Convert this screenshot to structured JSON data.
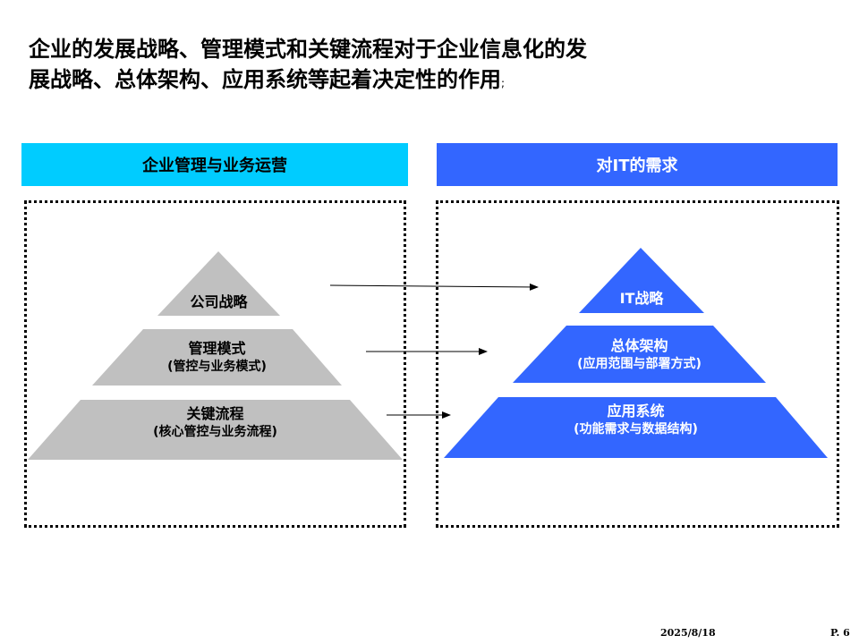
{
  "title": {
    "line1": "企业的发展战略、管理模式和关键流程对于企业信息化的发",
    "line2": "展战略、总体架构、应用系统等起着决定性的作用",
    "trailing": ";"
  },
  "left": {
    "header": "企业管理与业务运营",
    "header_color": "#00ccff",
    "shape_color": "#c0c0c0",
    "levels": [
      {
        "label": "公司战略",
        "sub": ""
      },
      {
        "label": "管理模式",
        "sub": "(管控与业务模式)"
      },
      {
        "label": "关键流程",
        "sub": "(核心管控与业务流程)"
      }
    ]
  },
  "right": {
    "header": "对IT的需求",
    "header_color": "#3366ff",
    "shape_color": "#3366ff",
    "levels": [
      {
        "label": "IT战略",
        "sub": ""
      },
      {
        "label": "总体架构",
        "sub": "(应用范围与部署方式)"
      },
      {
        "label": "应用系统",
        "sub": "(功能需求与数据结构)"
      }
    ]
  },
  "footer": {
    "date": "2025/8/18",
    "page": "P. 6"
  }
}
